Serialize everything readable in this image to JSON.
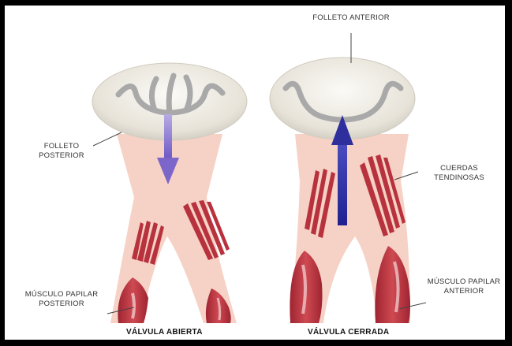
{
  "labels": {
    "anterior_leaflet": "FOLLETO ANTERIOR",
    "posterior_leaflet_line1": "FOLLETO",
    "posterior_leaflet_line2": "POSTERIOR",
    "chordae_line1": "CUERDAS",
    "chordae_line2": "TENDINOSAS",
    "posterior_muscle_line1": "MÚSCULO PAPILAR",
    "posterior_muscle_line2": "POSTERIOR",
    "anterior_muscle_line1": "MÚSCULO PAPILAR",
    "anterior_muscle_line2": "ANTERIOR"
  },
  "captions": {
    "open_valve": "VÁLVULA ABIERTA",
    "closed_valve": "VÁLVULA CERRADA"
  },
  "colors": {
    "background_frame": "#000000",
    "panel": "#ffffff",
    "tissue": "#f6d2c6",
    "muscle": "#b8323e",
    "leaflet": "#ece9e1",
    "commissure": "#a8a8a8",
    "arrow_down": "#7d66c9",
    "arrow_up": "#2e2f9c"
  }
}
